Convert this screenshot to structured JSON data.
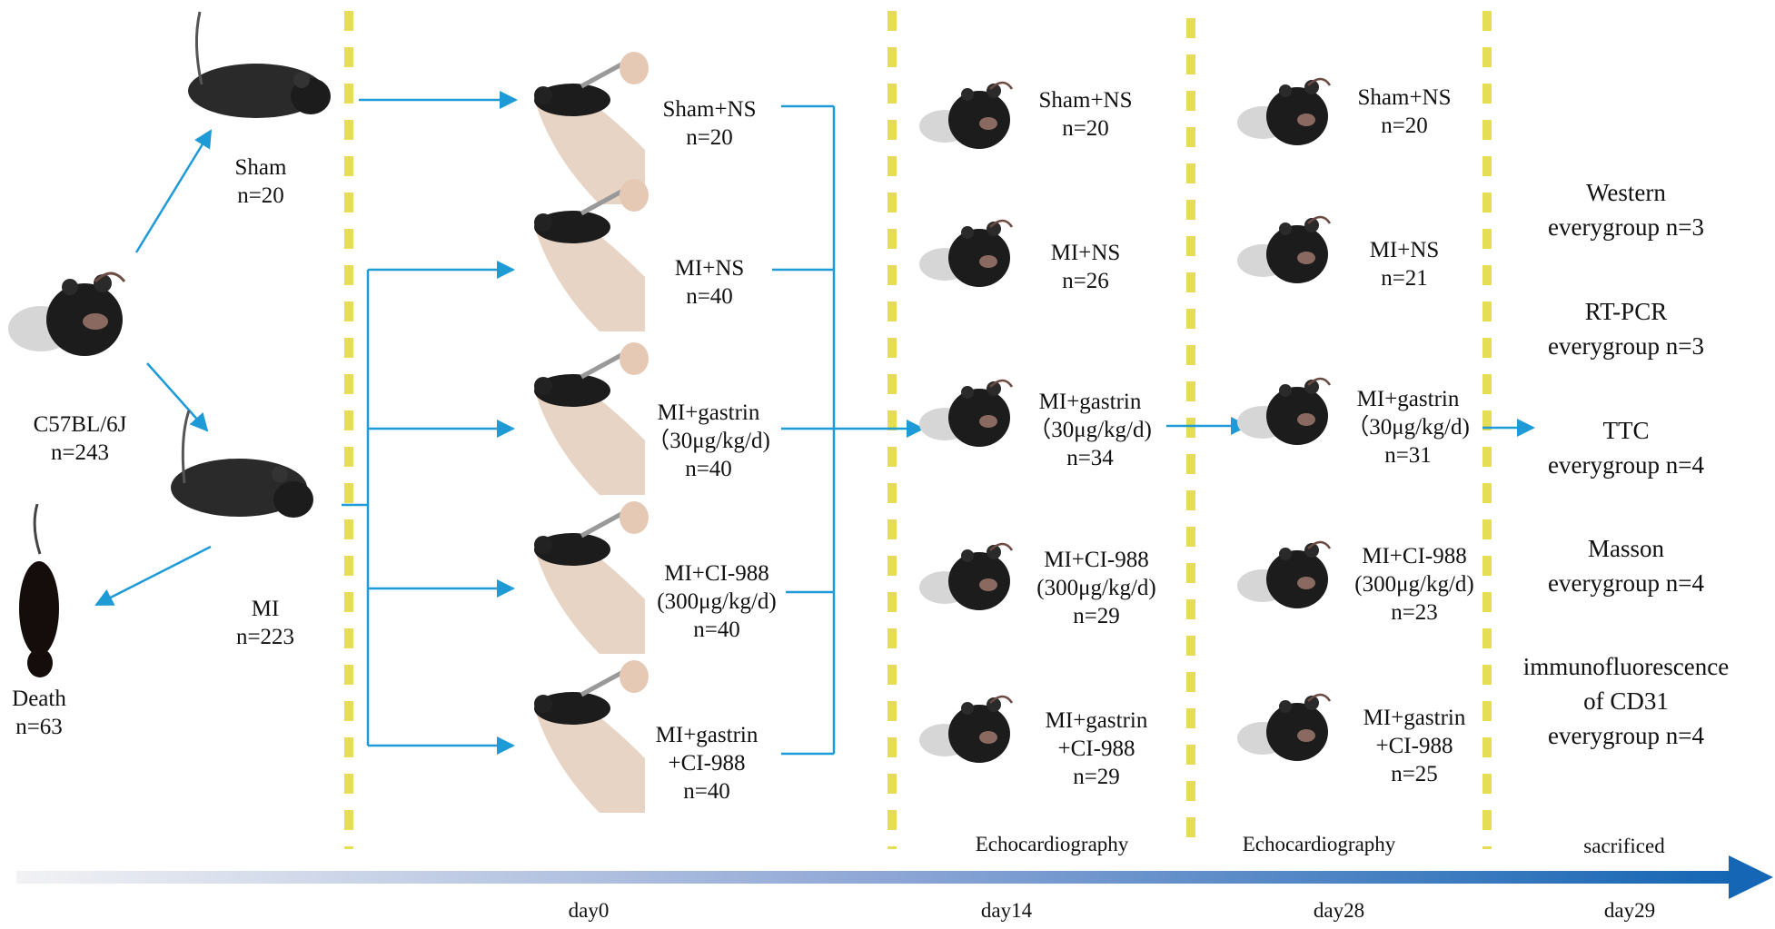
{
  "start": {
    "label": "C57BL/6J",
    "n": "n=243"
  },
  "sham": {
    "label": "Sham",
    "n": "n=20"
  },
  "mi": {
    "label": "MI",
    "n": "n=223"
  },
  "death": {
    "label": "Death",
    "n": "n=63"
  },
  "day0_groups": [
    {
      "line1": "Sham+NS",
      "line2": "n=20"
    },
    {
      "line1": "MI+NS",
      "line2": "n=40"
    },
    {
      "line1": "MI+gastrin",
      "line2": "（30μg/kg/d)",
      "line3": "n=40"
    },
    {
      "line1": "MI+CI-988",
      "line2": "(300μg/kg/d)",
      "line3": "n=40"
    },
    {
      "line1": "MI+gastrin",
      "line2": "+CI-988",
      "line3": "n=40"
    }
  ],
  "day14_groups": [
    {
      "line1": "Sham+NS",
      "line2": "n=20"
    },
    {
      "line1": "MI+NS",
      "line2": "n=26"
    },
    {
      "line1": "MI+gastrin",
      "line2": "（30μg/kg/d)",
      "line3": "n=34"
    },
    {
      "line1": "MI+CI-988",
      "line2": "(300μg/kg/d)",
      "line3": "n=29"
    },
    {
      "line1": "MI+gastrin",
      "line2": "+CI-988",
      "line3": "n=29"
    }
  ],
  "day28_groups": [
    {
      "line1": "Sham+NS",
      "line2": "n=20"
    },
    {
      "line1": "MI+NS",
      "line2": "n=21"
    },
    {
      "line1": "MI+gastrin",
      "line2": "（30μg/kg/d)",
      "line3": "n=31"
    },
    {
      "line1": "MI+CI-988",
      "line2": "(300μg/kg/d)",
      "line3": "n=23"
    },
    {
      "line1": "MI+gastrin",
      "line2": "+CI-988",
      "line3": "n=25"
    }
  ],
  "assays": [
    {
      "line1": "Western",
      "line2": "everygroup n=3"
    },
    {
      "line1": "RT-PCR",
      "line2": "everygroup n=3"
    },
    {
      "line1": "TTC",
      "line2": "everygroup n=4"
    },
    {
      "line1": "Masson",
      "line2": "everygroup n=4"
    },
    {
      "line1": "immunofluorescence",
      "line2": "of CD31",
      "line3": "everygroup n=4"
    }
  ],
  "annotations": {
    "echo1": "Echocardiography",
    "echo2": "Echocardiography",
    "sacrificed": "sacrificed"
  },
  "timeline": {
    "day0": "day0",
    "day14": "day14",
    "day28": "day28",
    "day29": "day29"
  },
  "colors": {
    "arrow": "#1E9BD7",
    "divider": "#E4DD55",
    "timeline_start": "#F2F2F4",
    "timeline_end": "#1566B4",
    "mouse": "#1c1c1c"
  }
}
